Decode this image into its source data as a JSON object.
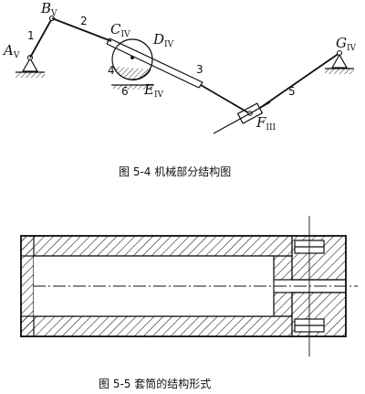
{
  "figure1": {
    "caption": "图 5-4   机械部分结构图",
    "points": {
      "A": {
        "letter": "A",
        "sub": "V"
      },
      "B": {
        "letter": "B",
        "sub": "V"
      },
      "C": {
        "letter": "C",
        "sub": "IV"
      },
      "D": {
        "letter": "D",
        "sub": "IV"
      },
      "E": {
        "letter": "E",
        "sub": "IV"
      },
      "F": {
        "letter": "F",
        "sub": "III"
      },
      "G": {
        "letter": "G",
        "sub": "IV"
      }
    },
    "links": {
      "l1": "1",
      "l2": "2",
      "l3": "3",
      "l4": "4",
      "l5": "5",
      "l6": "6"
    }
  },
  "figure2": {
    "caption": "图 5-5   套筒的结构形式"
  }
}
